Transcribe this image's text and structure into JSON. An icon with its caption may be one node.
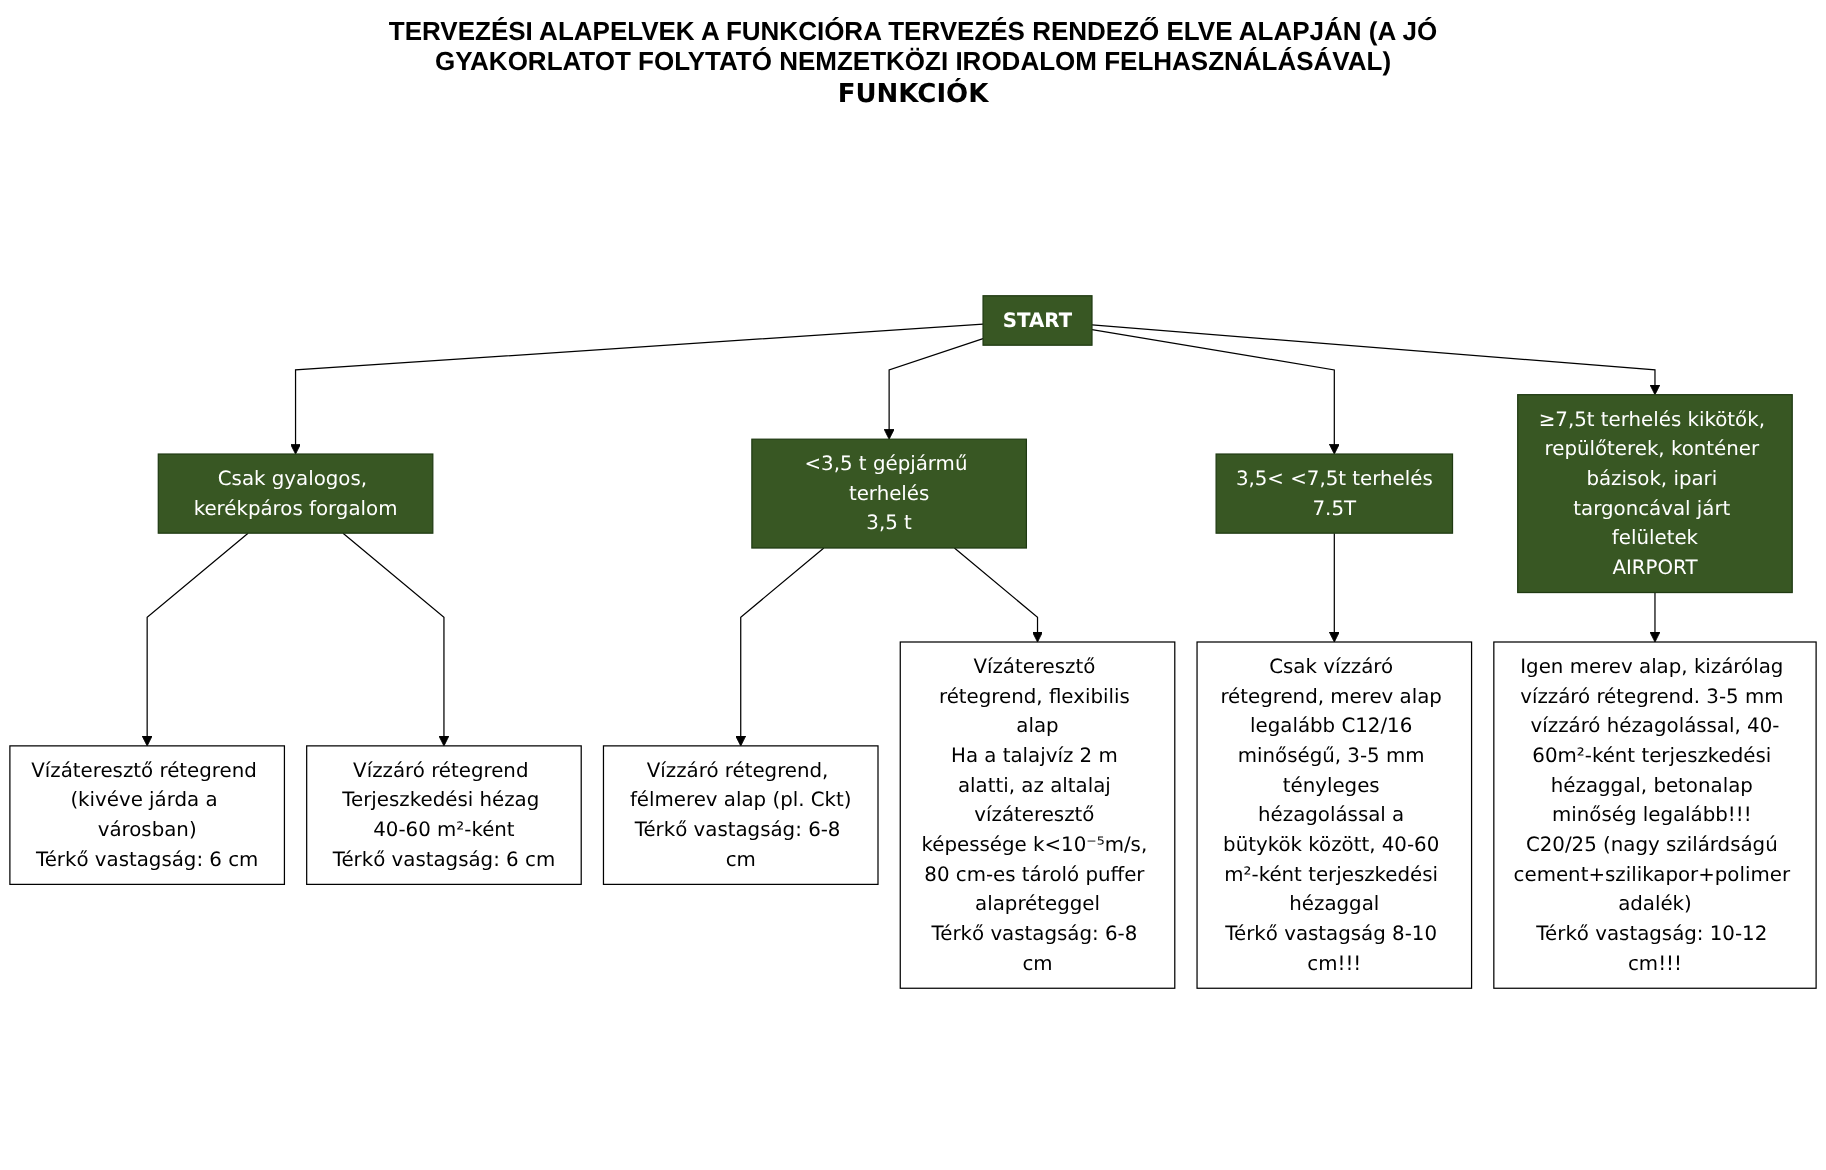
{
  "diagram": {
    "title": "TERVEZÉSI ALAPELVEK A FUNKCIÓRA TERVEZÉS RENDEZŐ ELVE ALAPJÁN (A JÓ GYAKORLATOT FOLYTATÓ NEMZETKÖZI IRODALOM FELHASZNÁLÁSÁVAL)",
    "nodes": [
      {
        "text": [
          "START"
        ]
      },
      {
        "text": [
          "Csak gyalogos, kerékpáros forgalom"
        ]
      },
      {
        "text": [
          "<3,5 t gépjármű terhelés",
          "3,5 t"
        ]
      },
      {
        "text": [
          "3,5<  <7,5t terhelés",
          "7.5T"
        ]
      },
      {
        "text": [
          "≥7,5t terhelés kikötők, repülőterek, konténer bázisok, ipari targoncával járt felületek",
          "AIRPORT"
        ]
      },
      {
        "text": [
          "Vízáteresztő rétegrend (kivéve járda a városban)",
          "Térkő vastagság: 6 cm"
        ]
      },
      {
        "text": [
          "Vízzáró rétegrend Terjeszkedési hézag 40-60 m²-ként",
          "Térkő vastagság: 6 cm"
        ]
      },
      {
        "text": [
          "Vízzáró rétegrend, félmerev alap (pl. Ckt)",
          "Térkő vastagság: 6-8 cm"
        ]
      },
      {
        "text": [
          "Vízáteresztő rétegrend, flexibilis alap",
          "Ha a talajvíz 2 m alatti, az altalaj vízáteresztő képessége k<10⁻⁵m/s, 80 cm-es tároló puffer alapréteggel",
          "Térkő vastagság: 6-8 cm"
        ]
      },
      {
        "text": [
          "Csak vízzáró rétegrend, merev alap legalább C12/16 minőségű, 3-5 mm tényleges hézagolással a bütykök között, 40-60 m²-ként terjeszkedési hézaggal",
          "Térkő vastagság 8-10 cm!!!"
        ]
      },
      {
        "text": [
          "Igen merev alap, kizárólag vízzáró rétegrend. 3-5 mm vízzáró hézagolással, 40-60m²-ként terjeszkedési hézaggal, betonalap minőség legalább!!! C20/25 (nagy szilárdságú cement+szilikapor+polimer adalék)",
          "Térkő vastagság: 10-12 cm!!!"
        ]
      }
    ],
    "edges": [
      {
        "from": 0,
        "to": 1,
        "arrow": "to"
      },
      {
        "from": 0,
        "to": 2,
        "arrow": "to"
      },
      {
        "from": 0,
        "to": 3,
        "arrow": "to"
      },
      {
        "from": 0,
        "to": 4,
        "arrow": "to"
      },
      {
        "from": 1,
        "to": 5,
        "arrow": "to"
      },
      {
        "from": 1,
        "to": 6,
        "arrow": "to"
      },
      {
        "from": 2,
        "to": 7,
        "arrow": "to"
      },
      {
        "from": 2,
        "to": 8,
        "arrow": "to"
      },
      {
        "from": 3,
        "to": 9,
        "arrow": "to"
      },
      {
        "from": 4,
        "to": 10,
        "arrow": "to"
      }
    ],
    "labels": [
      "FUNKCIÓK"
    ]
  }
}
